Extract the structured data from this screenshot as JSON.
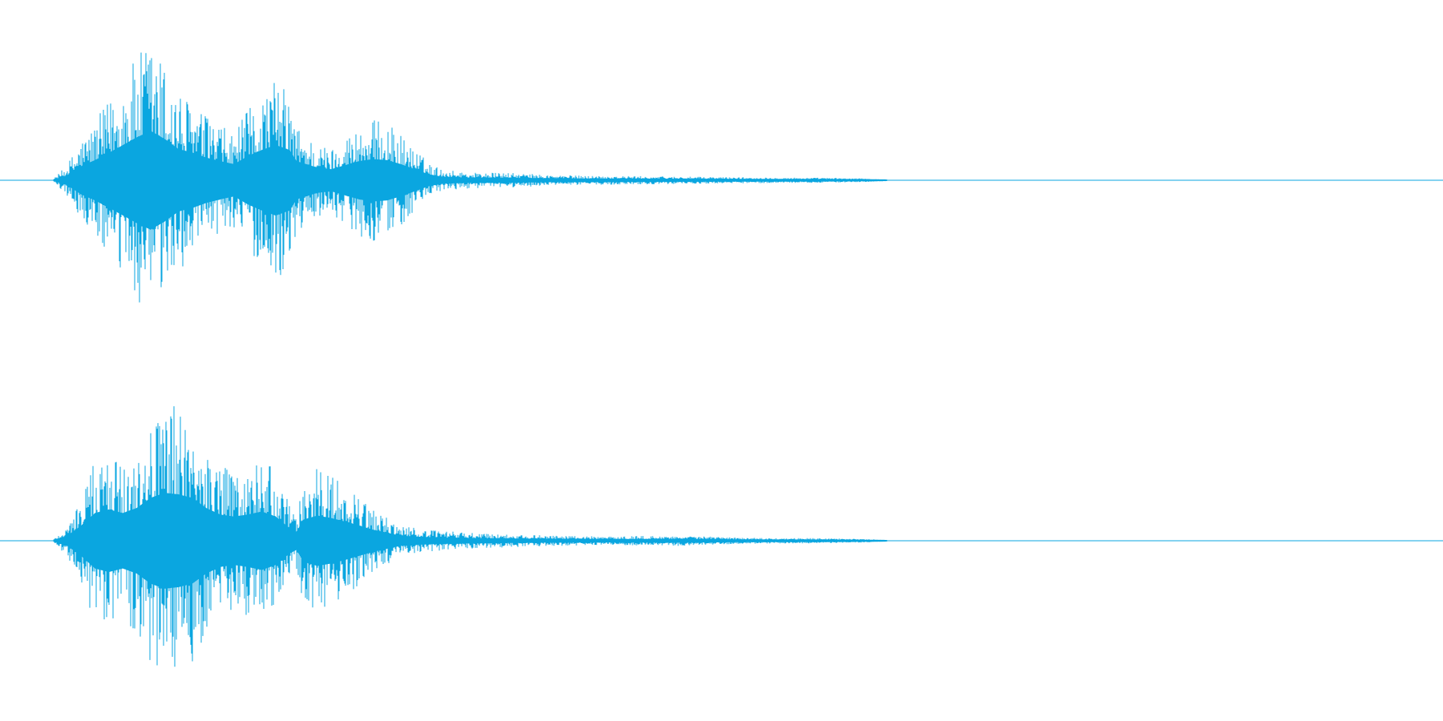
{
  "waveform": {
    "color": "#0aa6e0",
    "background": "#ffffff",
    "channels": [
      {
        "name": "left",
        "envelope": [
          [
            0.0,
            0.0
          ],
          [
            0.01,
            0.1
          ],
          [
            0.02,
            0.28
          ],
          [
            0.03,
            0.4
          ],
          [
            0.045,
            0.62
          ],
          [
            0.06,
            0.85
          ],
          [
            0.07,
            0.98
          ],
          [
            0.08,
            0.82
          ],
          [
            0.09,
            0.62
          ],
          [
            0.1,
            0.55
          ],
          [
            0.11,
            0.45
          ],
          [
            0.12,
            0.38
          ],
          [
            0.13,
            0.32
          ],
          [
            0.14,
            0.48
          ],
          [
            0.15,
            0.6
          ],
          [
            0.16,
            0.7
          ],
          [
            0.17,
            0.6
          ],
          [
            0.175,
            0.38
          ],
          [
            0.19,
            0.25
          ],
          [
            0.2,
            0.22
          ],
          [
            0.21,
            0.3
          ],
          [
            0.22,
            0.38
          ],
          [
            0.23,
            0.42
          ],
          [
            0.24,
            0.4
          ],
          [
            0.25,
            0.32
          ],
          [
            0.26,
            0.22
          ],
          [
            0.27,
            0.12
          ],
          [
            0.28,
            0.07
          ],
          [
            0.3,
            0.05
          ],
          [
            0.33,
            0.045
          ],
          [
            0.36,
            0.03
          ],
          [
            0.4,
            0.025
          ],
          [
            0.45,
            0.02
          ],
          [
            0.5,
            0.015
          ],
          [
            0.55,
            0.012
          ],
          [
            0.58,
            0.008
          ],
          [
            0.6,
            0.0
          ],
          [
            1.0,
            0.0
          ]
        ]
      },
      {
        "name": "right",
        "envelope": [
          [
            0.0,
            0.0
          ],
          [
            0.01,
            0.1
          ],
          [
            0.02,
            0.3
          ],
          [
            0.03,
            0.55
          ],
          [
            0.04,
            0.62
          ],
          [
            0.05,
            0.55
          ],
          [
            0.06,
            0.65
          ],
          [
            0.07,
            0.85
          ],
          [
            0.08,
            0.95
          ],
          [
            0.09,
            0.92
          ],
          [
            0.1,
            0.85
          ],
          [
            0.11,
            0.65
          ],
          [
            0.12,
            0.52
          ],
          [
            0.13,
            0.48
          ],
          [
            0.14,
            0.52
          ],
          [
            0.15,
            0.58
          ],
          [
            0.16,
            0.48
          ],
          [
            0.17,
            0.25
          ],
          [
            0.175,
            0.18
          ],
          [
            0.18,
            0.42
          ],
          [
            0.19,
            0.5
          ],
          [
            0.2,
            0.45
          ],
          [
            0.21,
            0.38
          ],
          [
            0.22,
            0.3
          ],
          [
            0.23,
            0.22
          ],
          [
            0.24,
            0.16
          ],
          [
            0.25,
            0.1
          ],
          [
            0.27,
            0.07
          ],
          [
            0.3,
            0.05
          ],
          [
            0.33,
            0.04
          ],
          [
            0.36,
            0.03
          ],
          [
            0.4,
            0.025
          ],
          [
            0.45,
            0.03
          ],
          [
            0.5,
            0.015
          ],
          [
            0.55,
            0.012
          ],
          [
            0.58,
            0.008
          ],
          [
            0.6,
            0.0
          ],
          [
            1.0,
            0.0
          ]
        ]
      }
    ]
  }
}
